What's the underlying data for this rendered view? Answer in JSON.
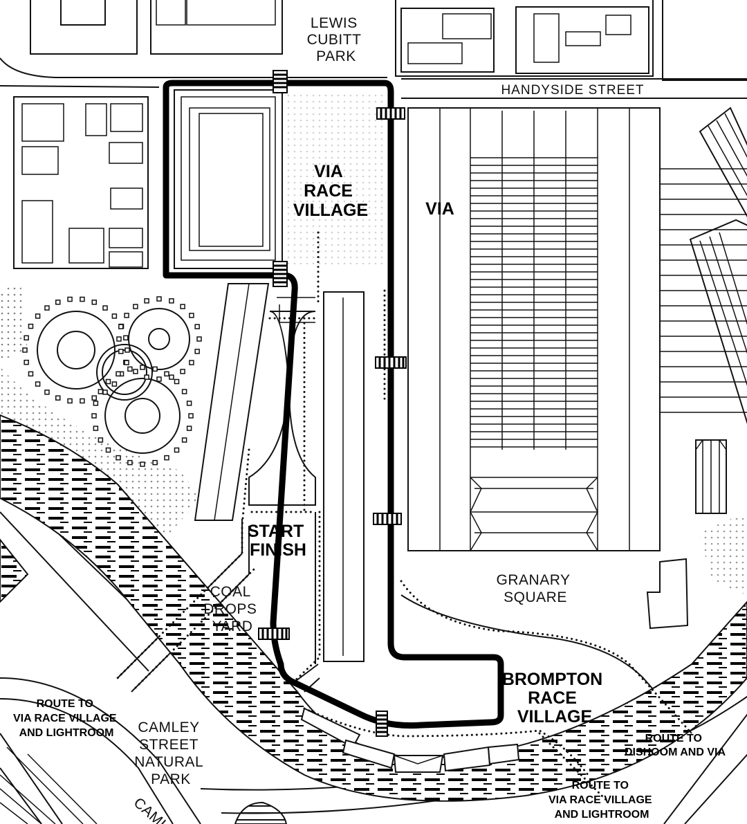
{
  "map": {
    "places": {
      "lewis_cubitt_park": [
        "LEWIS",
        "CUBITT",
        "PARK"
      ],
      "handyside_street": "HANDYSIDE STREET",
      "granary_square": [
        "GRANARY",
        "SQUARE"
      ],
      "coal_drops_yard": [
        "COAL",
        "DROPS",
        "YARD"
      ],
      "camley_street_natural_park": [
        "CAMLEY",
        "STREET",
        "NATURAL",
        "PARK"
      ],
      "camley_road_fragment": "CAML"
    },
    "venues": {
      "via_race_village": [
        "VIA",
        "RACE",
        "VILLAGE"
      ],
      "via": "VIA",
      "start_finish": [
        "START",
        "FINISH"
      ],
      "brompton_race_village": [
        "BROMPTON",
        "RACE",
        "VILLAGE"
      ]
    },
    "routes": {
      "route_left": [
        "ROUTE TO",
        "VIA RACE VILLAGE",
        "AND LIGHTROOM"
      ],
      "route_right_upper": [
        "ROUTE TO",
        "DISHOOM AND VIA"
      ],
      "route_right_lower": [
        "ROUTE TO",
        "VIA RACE VILLAGE",
        "AND LIGHTROOM"
      ]
    },
    "colors": {
      "ink": "#000000",
      "paper": "#ffffff"
    }
  }
}
